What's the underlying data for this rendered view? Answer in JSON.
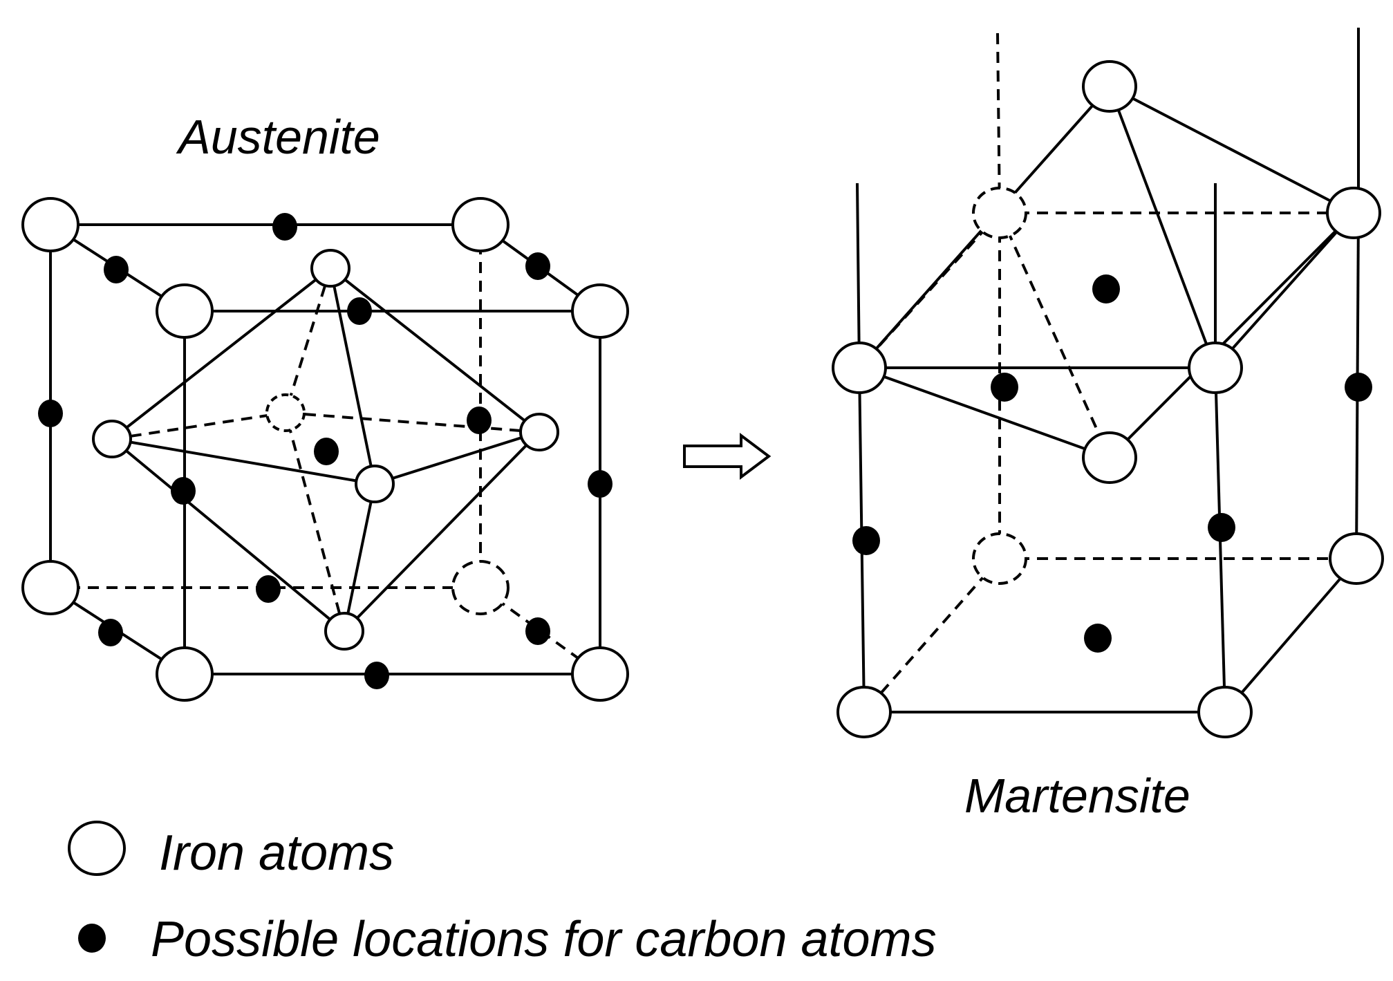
{
  "diagram": {
    "austenite_label": "Austenite",
    "martensite_label": "Martensite",
    "legend": {
      "iron_label": "Iron atoms",
      "carbon_label": "Possible locations for carbon atoms"
    },
    "transformation_arrow": "right-arrow-icon"
  }
}
